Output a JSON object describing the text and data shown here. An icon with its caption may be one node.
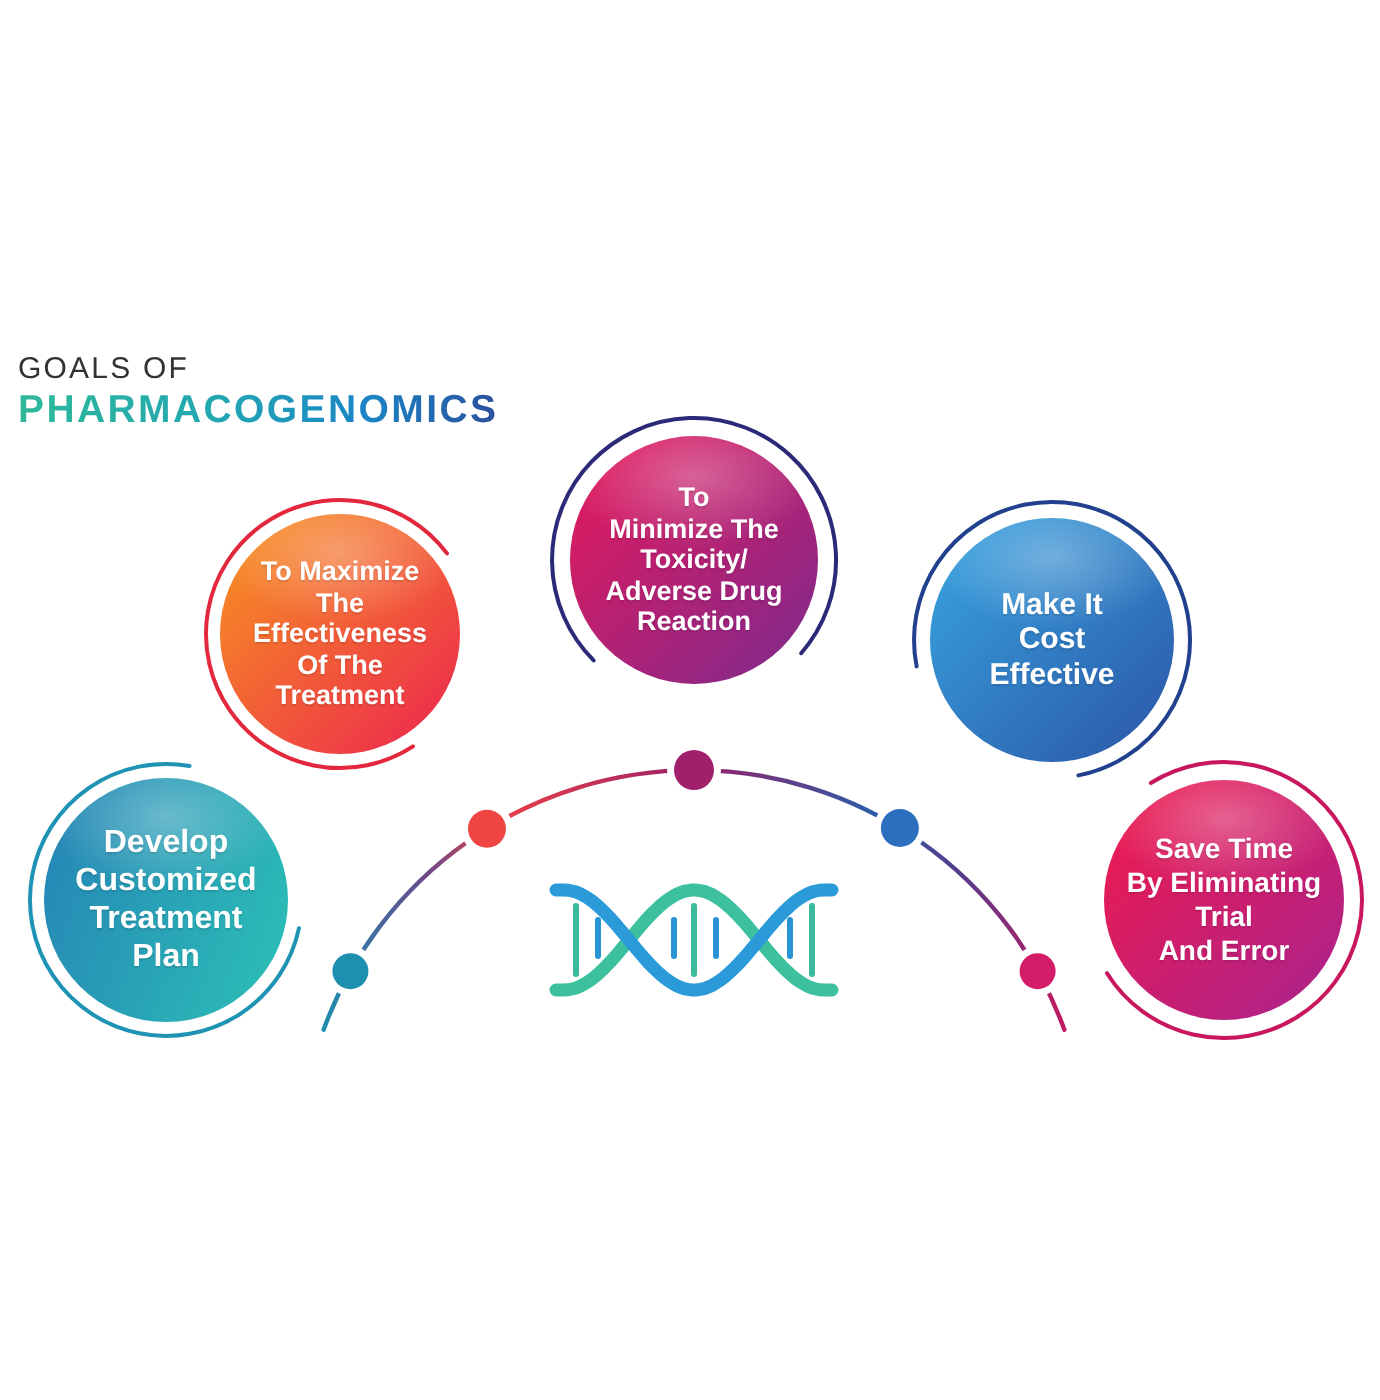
{
  "diagram": {
    "title": "GOALS OF **PHARMACOGENOMICS**",
    "nodes": [
      {
        "text": [
          "Develop Customized Treatment Plan"
        ]
      },
      {
        "text": [
          "To Maximize The Effectiveness Of The Treatment"
        ]
      },
      {
        "text": [
          "To Minimize The Toxicity/ Adverse Drug Reaction"
        ]
      },
      {
        "text": [
          "Make It Cost Effective"
        ]
      },
      {
        "text": [
          "Save Time By Eliminating Trial And Error"
        ]
      }
    ]
  }
}
